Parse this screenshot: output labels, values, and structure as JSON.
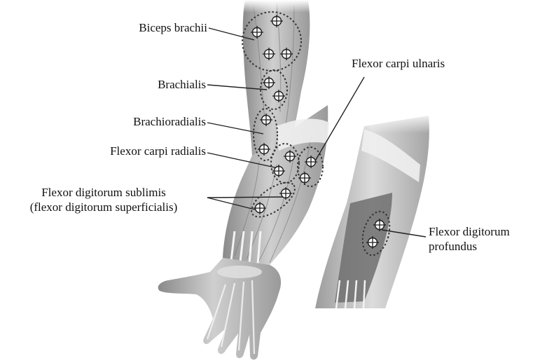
{
  "labels": {
    "biceps": "Biceps brachii",
    "brachialis": "Brachialis",
    "brachioradialis": "Brachioradialis",
    "fcr": "Flexor carpi radialis",
    "fcu": "Flexor carpi ulnaris",
    "fds_line1": "Flexor digitorum sublimis",
    "fds_line2": "(flexor digitorum superficialis)",
    "fdp_line1": "Flexor digitorum",
    "fdp_line2": "profundus"
  },
  "colors": {
    "text": "#111111",
    "leader": "#222222",
    "dotted_outline": "#333333",
    "muscle_light": "#e4e4e4",
    "muscle_mid": "#b9b9b9",
    "muscle_dark": "#6f6f6f",
    "tendon": "#f2f2f2"
  },
  "icons": {
    "electrode_marker": "crosshair-circle-icon"
  }
}
